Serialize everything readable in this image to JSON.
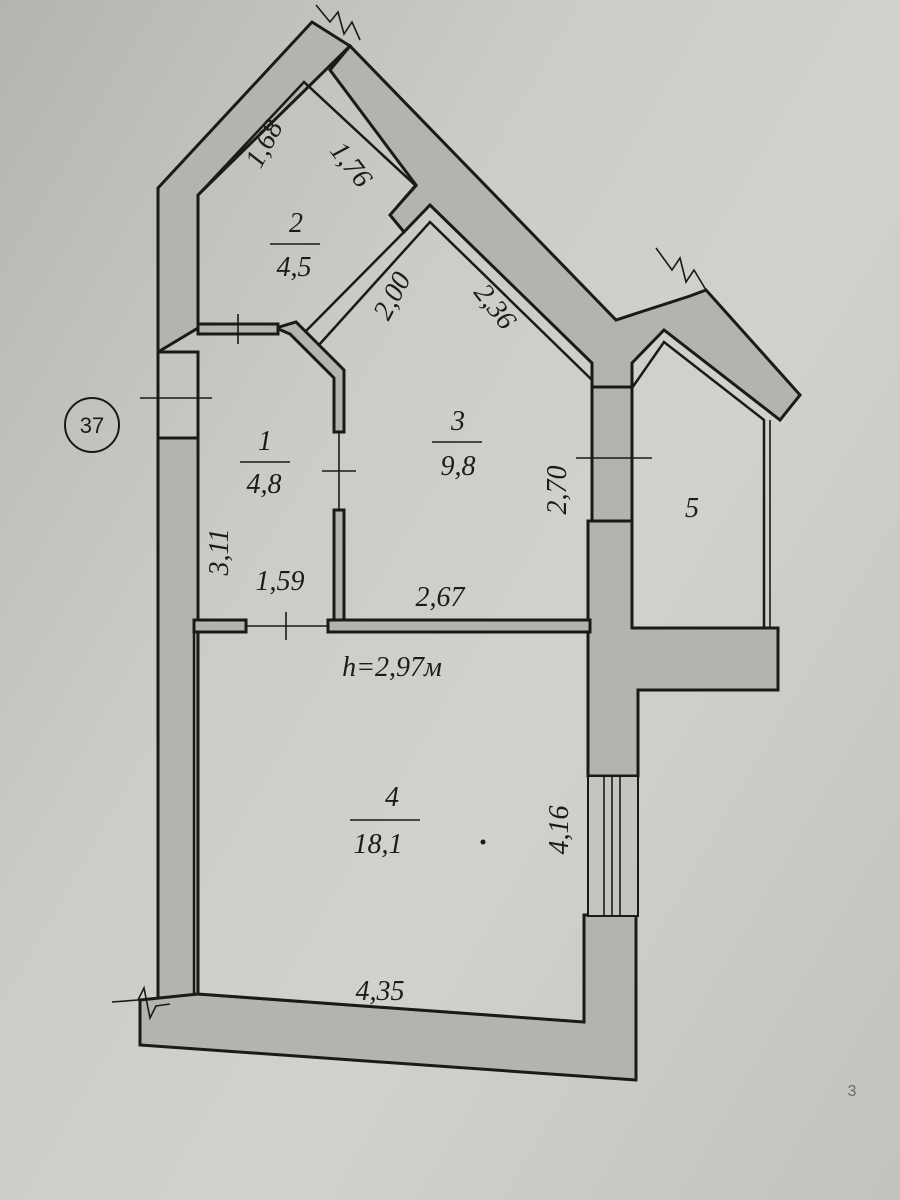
{
  "plan": {
    "number": "37",
    "height_note": "h=2,97м"
  },
  "rooms": [
    {
      "id": "1",
      "number": "1",
      "area": "4,8"
    },
    {
      "id": "2",
      "number": "2",
      "area": "4,5"
    },
    {
      "id": "3",
      "number": "3",
      "area": "9,8"
    },
    {
      "id": "4",
      "number": "4",
      "area": "18,1"
    },
    {
      "id": "5",
      "number": "5",
      "area": ""
    }
  ],
  "dimensions": {
    "room2_a": "1,68",
    "room2_b": "1,76",
    "room3_a": "2,00",
    "room3_b": "2,36",
    "room3_height": "2,70",
    "room3_width": "2,67",
    "room1_height": "3,11",
    "room1_width": "1,59",
    "room4_height": "4,16",
    "room4_width": "4,35"
  },
  "corner_mark": "3",
  "colors": {
    "paper": "#cfcdc8",
    "wall_fill": "#b4b3b0",
    "ink": "#1a1a1a"
  }
}
